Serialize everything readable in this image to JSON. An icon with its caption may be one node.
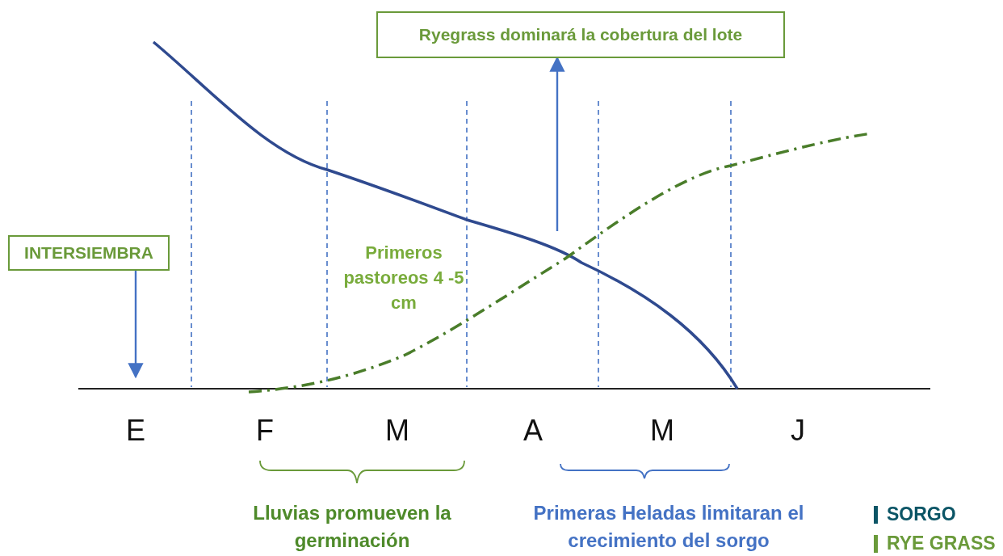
{
  "diagram": {
    "nodes": [
      {
        "text": [
          "Ryegrass dominará la cobertura del lote"
        ]
      },
      {
        "text": [
          "INTERSIEMBRA"
        ]
      }
    ],
    "edges": [
      {
        "from": null,
        "to": 0,
        "arrow": "to"
      },
      {
        "from": 1,
        "to": null,
        "arrow": "to"
      }
    ],
    "labels": [
      "Primeros pastoreos 4 -5 cm",
      "E",
      "F",
      "M",
      "A",
      "M",
      "J",
      "Lluvias promueven la germinación",
      "Primeras Heladas limitaran el crecimiento del sorgo"
    ],
    "legend": [
      {
        "text": "SORGO",
        "color": "#0b5566"
      },
      {
        "text": "RYE GRASS",
        "color": "#6a9a3a"
      }
    ]
  }
}
